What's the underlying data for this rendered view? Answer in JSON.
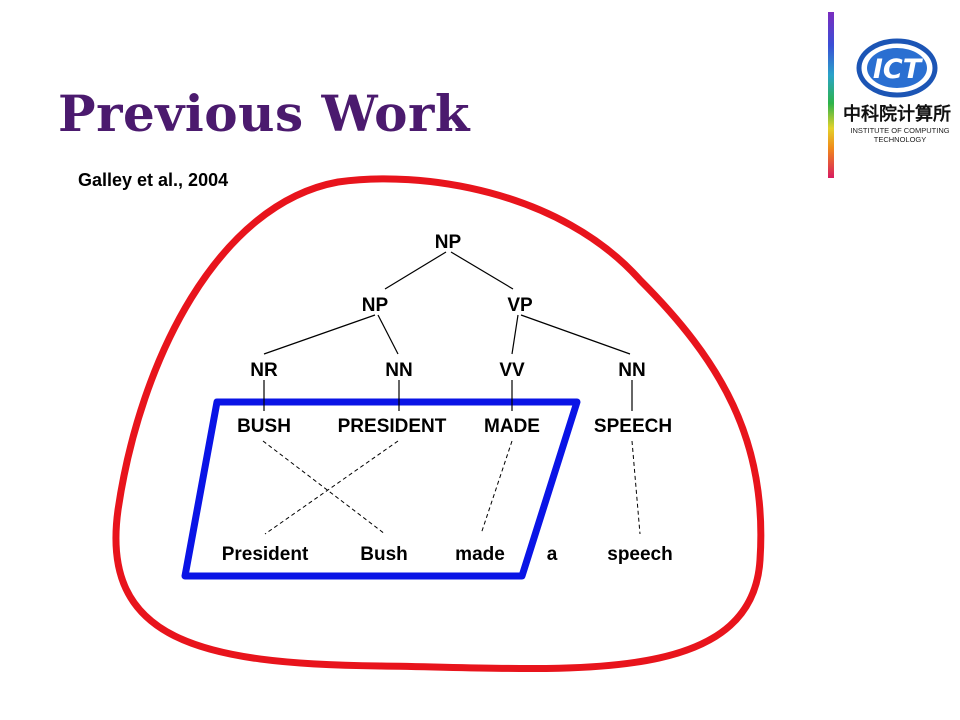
{
  "slide": {
    "title": "Previous Work",
    "citation": "Galley et al., 2004"
  },
  "logo": {
    "name": "ICT",
    "chinese": "中科院计算所",
    "institute_line1": "INSTITUTE OF COMPUTING",
    "institute_line2": "TECHNOLOGY",
    "accent_colors": [
      "#7b2cbf",
      "#3a4fd6",
      "#2db34a",
      "#e3d22b",
      "#d81b60"
    ]
  },
  "tree": {
    "root": "NP",
    "level2": [
      "NP",
      "VP"
    ],
    "pos_tags": [
      "NR",
      "NN",
      "VV",
      "NN"
    ],
    "source_words": [
      "BUSH",
      "PRESIDENT",
      "MADE",
      "SPEECH"
    ],
    "target_words": [
      "President",
      "Bush",
      "made",
      "a",
      "speech"
    ]
  },
  "colors": {
    "title": "#4b1a6e",
    "outer_region": "#e8141c",
    "inner_region": "#0a14e6"
  }
}
